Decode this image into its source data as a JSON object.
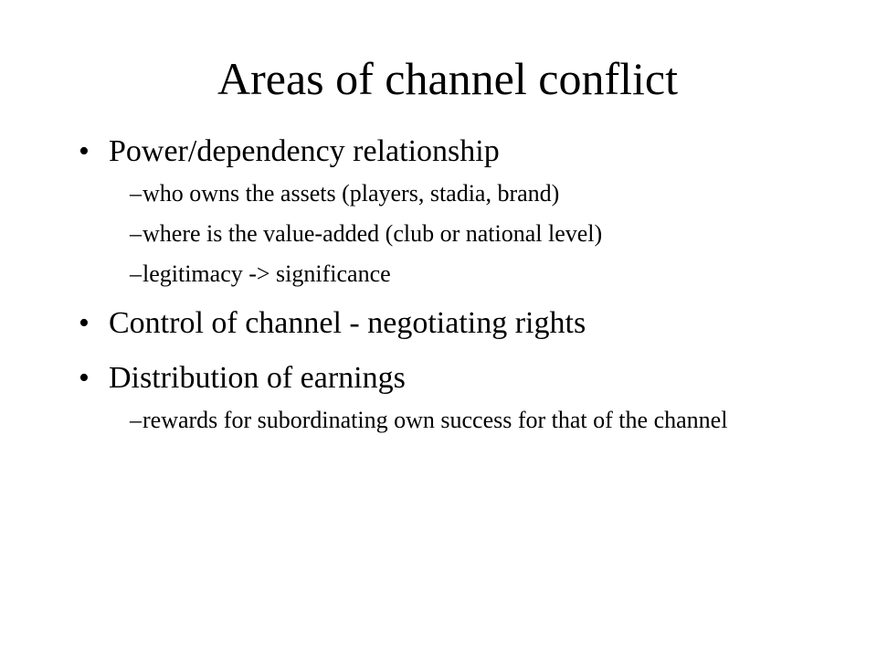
{
  "slide": {
    "title": "Areas of channel conflict",
    "bullet_glyph": "•",
    "dash_glyph": "–",
    "items": [
      {
        "text": "Power/dependency relationship",
        "subitems": [
          "who owns the assets (players, stadia, brand)",
          "where is the value-added (club or national level)",
          "legitimacy -> significance"
        ]
      },
      {
        "text": "Control of channel - negotiating rights",
        "subitems": []
      },
      {
        "text": "Distribution of earnings",
        "subitems": [
          "rewards for subordinating own success for that of the channel"
        ]
      }
    ]
  }
}
